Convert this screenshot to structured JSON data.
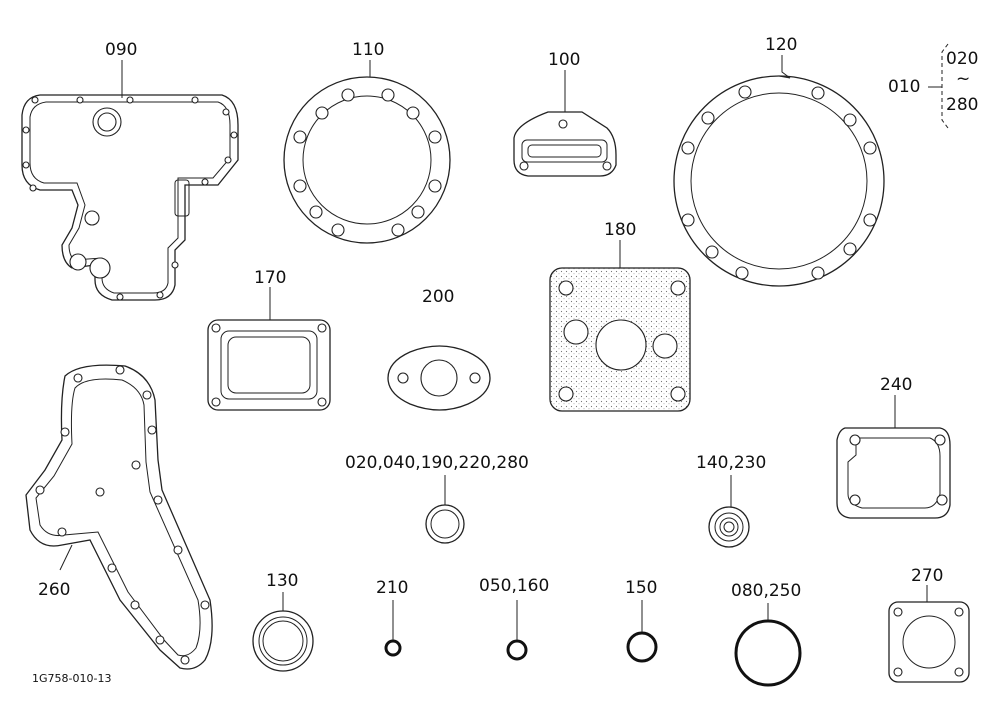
{
  "labels": {
    "p090": "090",
    "p110": "110",
    "p100": "100",
    "p120": "120",
    "p010": "010",
    "p020": "020",
    "tilde": "~",
    "p280": "280",
    "p170": "170",
    "p200": "200",
    "p180": "180",
    "p240": "240",
    "p020group": "020,040,190,220,280",
    "p140group": "140,230",
    "p260": "260",
    "p130": "130",
    "p210": "210",
    "p050group": "050,160",
    "p150": "150",
    "p080group": "080,250",
    "p270": "270",
    "drawing_no": "1G758-010-13"
  }
}
